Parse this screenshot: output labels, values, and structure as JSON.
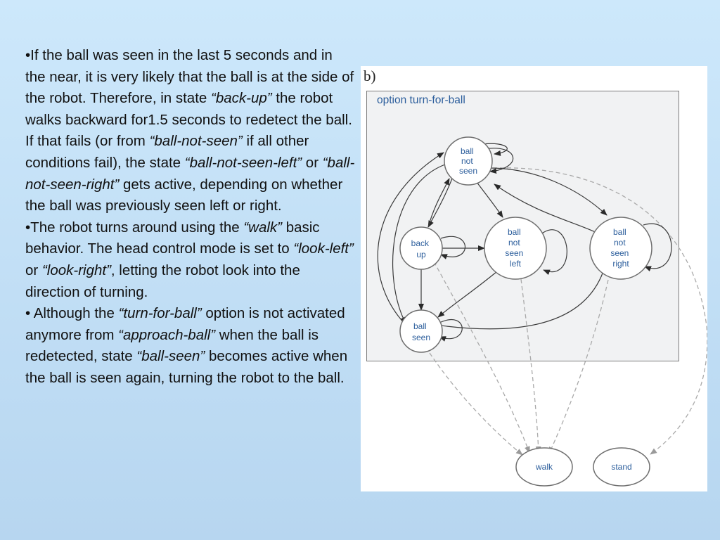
{
  "paragraphs": [
    [
      {
        "t": "•If the ball was seen in the last 5 seconds and in the near, it is very likely that the ball is at the side of the robot. Therefore, in state ",
        "i": false
      },
      {
        "t": "“back-up”",
        "i": true
      },
      {
        "t": " the robot walks backward for1.5 seconds to redetect the ball. If that fails (or from ",
        "i": false
      },
      {
        "t": "“ball-not-seen”",
        "i": true
      },
      {
        "t": " if all other conditions fail), the state ",
        "i": false
      },
      {
        "t": "“ball-not-seen-left”",
        "i": true
      },
      {
        "t": " or ",
        "i": false
      },
      {
        "t": "“ball-not-seen-right”",
        "i": true
      },
      {
        "t": " gets active, depending on whether the ball was previously seen left or right.",
        "i": false
      }
    ],
    [
      {
        "t": "•The robot turns around using the ",
        "i": false
      },
      {
        "t": "“walk”",
        "i": true
      },
      {
        "t": " basic behavior. The head control mode is set to ",
        "i": false
      },
      {
        "t": "“look-left”",
        "i": true
      },
      {
        "t": " or ",
        "i": false
      },
      {
        "t": "“look-right”",
        "i": true
      },
      {
        "t": ", letting the robot look into the direction of turning.",
        "i": false
      }
    ],
    [
      {
        "t": "• Although the ",
        "i": false
      },
      {
        "t": "“turn-for-ball”",
        "i": true
      },
      {
        "t": " option is not activated anymore from ",
        "i": false
      },
      {
        "t": "“approach-ball”",
        "i": true
      },
      {
        "t": " when the ball is redetected, state ",
        "i": false
      },
      {
        "t": "“ball-seen”",
        "i": true
      },
      {
        "t": " becomes active when the ball is seen again, turning the robot to the ball.",
        "i": false
      }
    ]
  ],
  "figure": {
    "label": "b)",
    "option_title": "option turn-for-ball",
    "nodes": {
      "ball_not_seen": [
        "ball",
        "not",
        "seen"
      ],
      "back_up": [
        "back",
        "up"
      ],
      "ball_not_seen_left": [
        "ball",
        "not",
        "seen",
        "left"
      ],
      "ball_not_seen_right": [
        "ball",
        "not",
        "seen",
        "right"
      ],
      "ball_seen": [
        "ball",
        "seen"
      ],
      "walk": [
        "walk"
      ],
      "stand": [
        "stand"
      ]
    }
  }
}
